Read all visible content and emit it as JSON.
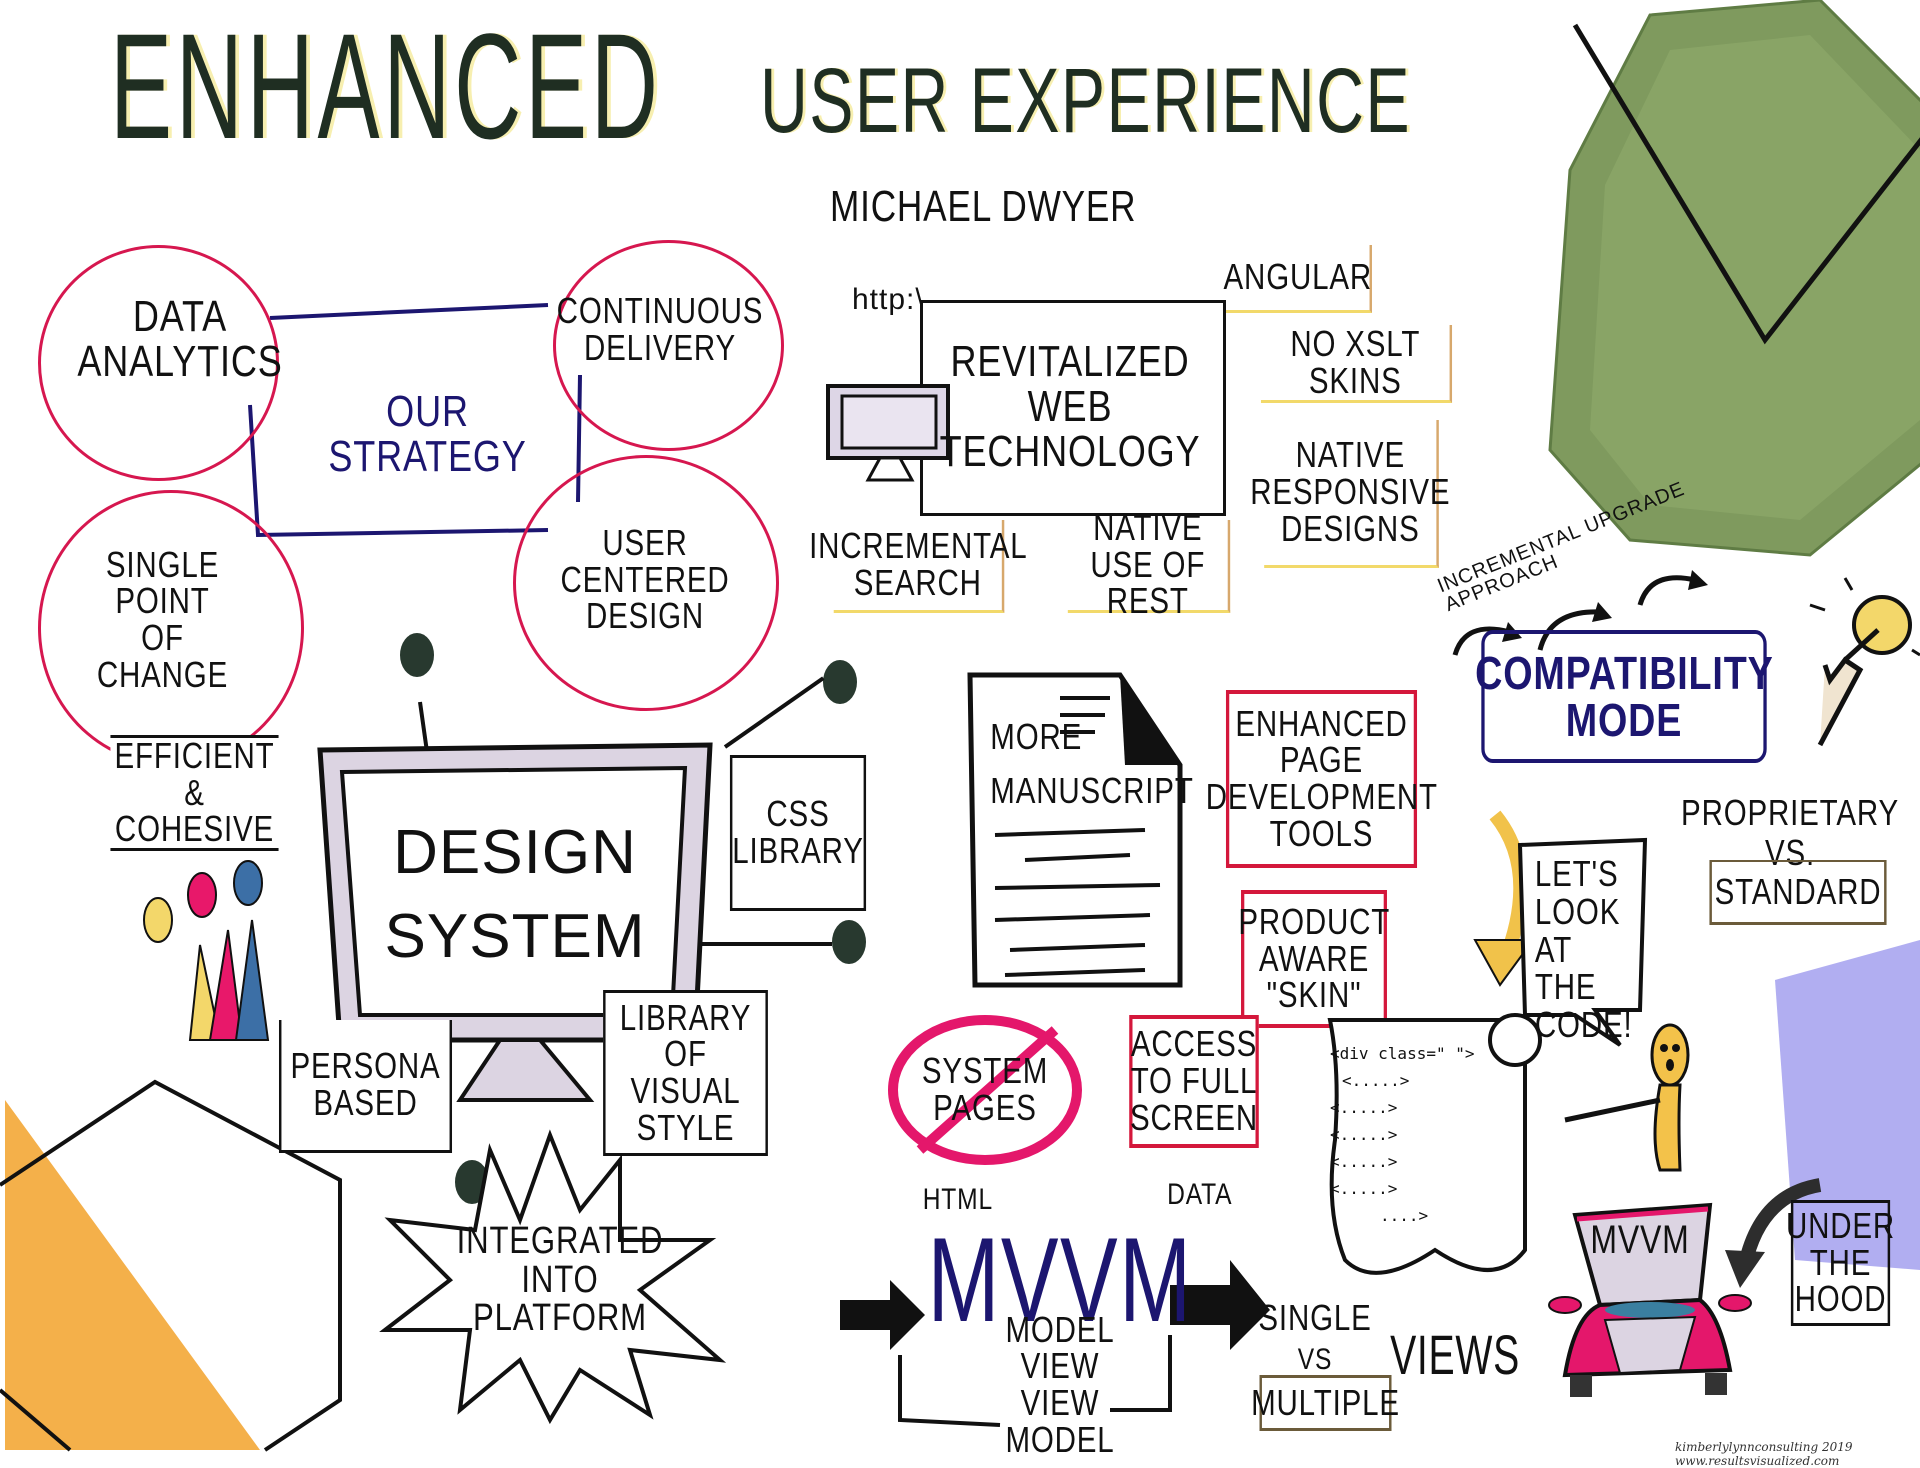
{
  "title": {
    "main": "ENHANCED",
    "sub": "USER EXPERIENCE",
    "author": "MICHAEL DWYER"
  },
  "strategy": {
    "center": "OUR STRATEGY",
    "items": [
      "DATA ANALYTICS",
      "CONTINUOUS DELIVERY",
      "SINGLE POINT OF CHANGE",
      "USER CENTERED DESIGN"
    ]
  },
  "web": {
    "url": "http:\\",
    "center": "REVITALIZED WEB TECHNOLOGY",
    "side_items": [
      "ANGULAR",
      "NO XSLT SKINS",
      "NATIVE RESPONSIVE DESIGNS"
    ],
    "bottom_items": [
      "INCREMENTAL SEARCH",
      "NATIVE USE of REST"
    ]
  },
  "compatibility": {
    "label": "COMPATIBILITY MODE",
    "annotation": "INCREMENTAL UPGRADE APPROACH"
  },
  "design_system": {
    "center": "DESIGN SYSTEM",
    "items": [
      "EFFICIENT & COHESIVE",
      "CSS LIBRARY",
      "PERSONA BASED",
      "LIBRARY OF VISUAL STYLE"
    ],
    "burst": "INTEGRATED INTO PLATFORM"
  },
  "manuscript": {
    "doc": "MORE MANUSCRIPT",
    "items": [
      "ENHANCED PAGE DEVELOPMENT TOOLS",
      "PRODUCT AWARE \"SKIN\"",
      "ACCESS to FULL SCREEN"
    ],
    "banned": "SYSTEM PAGES"
  },
  "code": {
    "bubble": "LET'S LOOK at the CODE!",
    "scroll_lines": [
      "<div class=\" \">",
      "<.....>",
      "<.....>",
      "<.....>",
      "<.....>",
      "<.....>",
      "....>"
    ]
  },
  "proprietary": {
    "top": "PROPRIETARY",
    "vs": "VS.",
    "bottom": "STANDARD"
  },
  "mvvm": {
    "left_label": "HTML",
    "right_label": "DATA",
    "acronym": "MVVM",
    "expansion": "MODEL VIEW VIEW MODEL",
    "views_single": "SINGLE",
    "views_vs": "VS",
    "views_multiple": "MULTIPLE",
    "views_word": "VIEWS"
  },
  "car": {
    "hood_label": "MVVM",
    "callout": "UNDER the HOOD"
  },
  "credit": "kimberlylynnconsulting 2019  www.resultsvisualized.com",
  "colors": {
    "title_green": "#1f2e22",
    "circle_pink": "#d6174f",
    "navy": "#1c1670",
    "hex_green": "#7f9a5e",
    "hex_orange": "#f4b04a",
    "purple": "#a9a5ef",
    "red_box": "#d4173b"
  }
}
